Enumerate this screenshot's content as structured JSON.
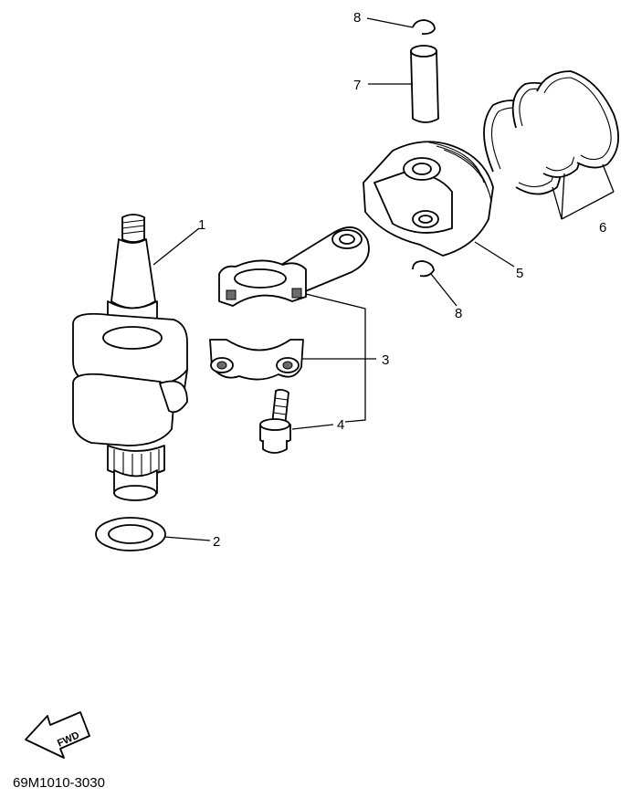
{
  "diagram": {
    "drawing_code": "69M1010-3030",
    "forward_label": "FWD",
    "callouts": [
      {
        "id": "1",
        "label": "1",
        "part": "crankshaft"
      },
      {
        "id": "2",
        "label": "2",
        "part": "washer"
      },
      {
        "id": "3",
        "label": "3",
        "part": "connecting-rod"
      },
      {
        "id": "4",
        "label": "4",
        "part": "rod-bolt"
      },
      {
        "id": "5",
        "label": "5",
        "part": "piston"
      },
      {
        "id": "6",
        "label": "6",
        "part": "piston-rings"
      },
      {
        "id": "7",
        "label": "7",
        "part": "piston-pin"
      },
      {
        "id": "8a",
        "label": "8",
        "part": "pin-clip-top"
      },
      {
        "id": "8b",
        "label": "8",
        "part": "pin-clip-bottom"
      }
    ]
  }
}
